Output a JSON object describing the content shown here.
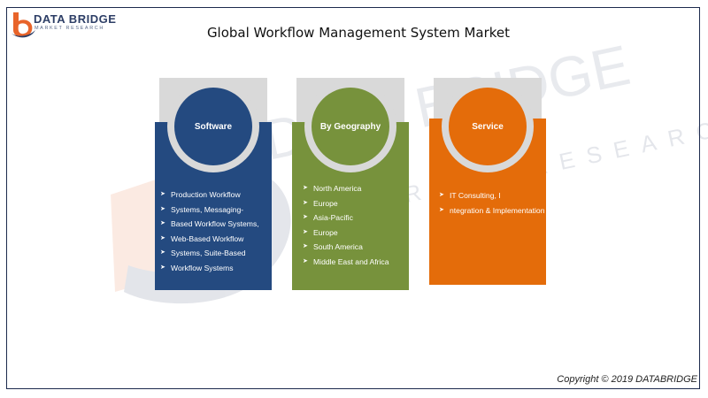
{
  "brand": {
    "name": "DATA BRIDGE",
    "tagline": "MARKET RESEARCH"
  },
  "title": "Global Workflow Management System Market",
  "watermark_text": "DATA BRIDGE MARKET RESEARCH",
  "segments": [
    {
      "label": "Software",
      "color": "#244a80",
      "items": [
        "Production Workflow",
        "Systems, Messaging-",
        "Based Workflow Systems,",
        "Web-Based Workflow",
        "Systems, Suite-Based",
        "Workflow Systems"
      ]
    },
    {
      "label": "By Geography",
      "color": "#77923c",
      "items": [
        "North America",
        "Europe",
        "Asia-Pacific",
        "Europe",
        "South America",
        "Middle East and Africa"
      ]
    },
    {
      "label": "Service",
      "color": "#e46c0a",
      "items": [
        "IT Consulting, I",
        "ntegration & Implementation"
      ]
    }
  ],
  "copyright": "Copyright © 2019 DATABRIDGE"
}
